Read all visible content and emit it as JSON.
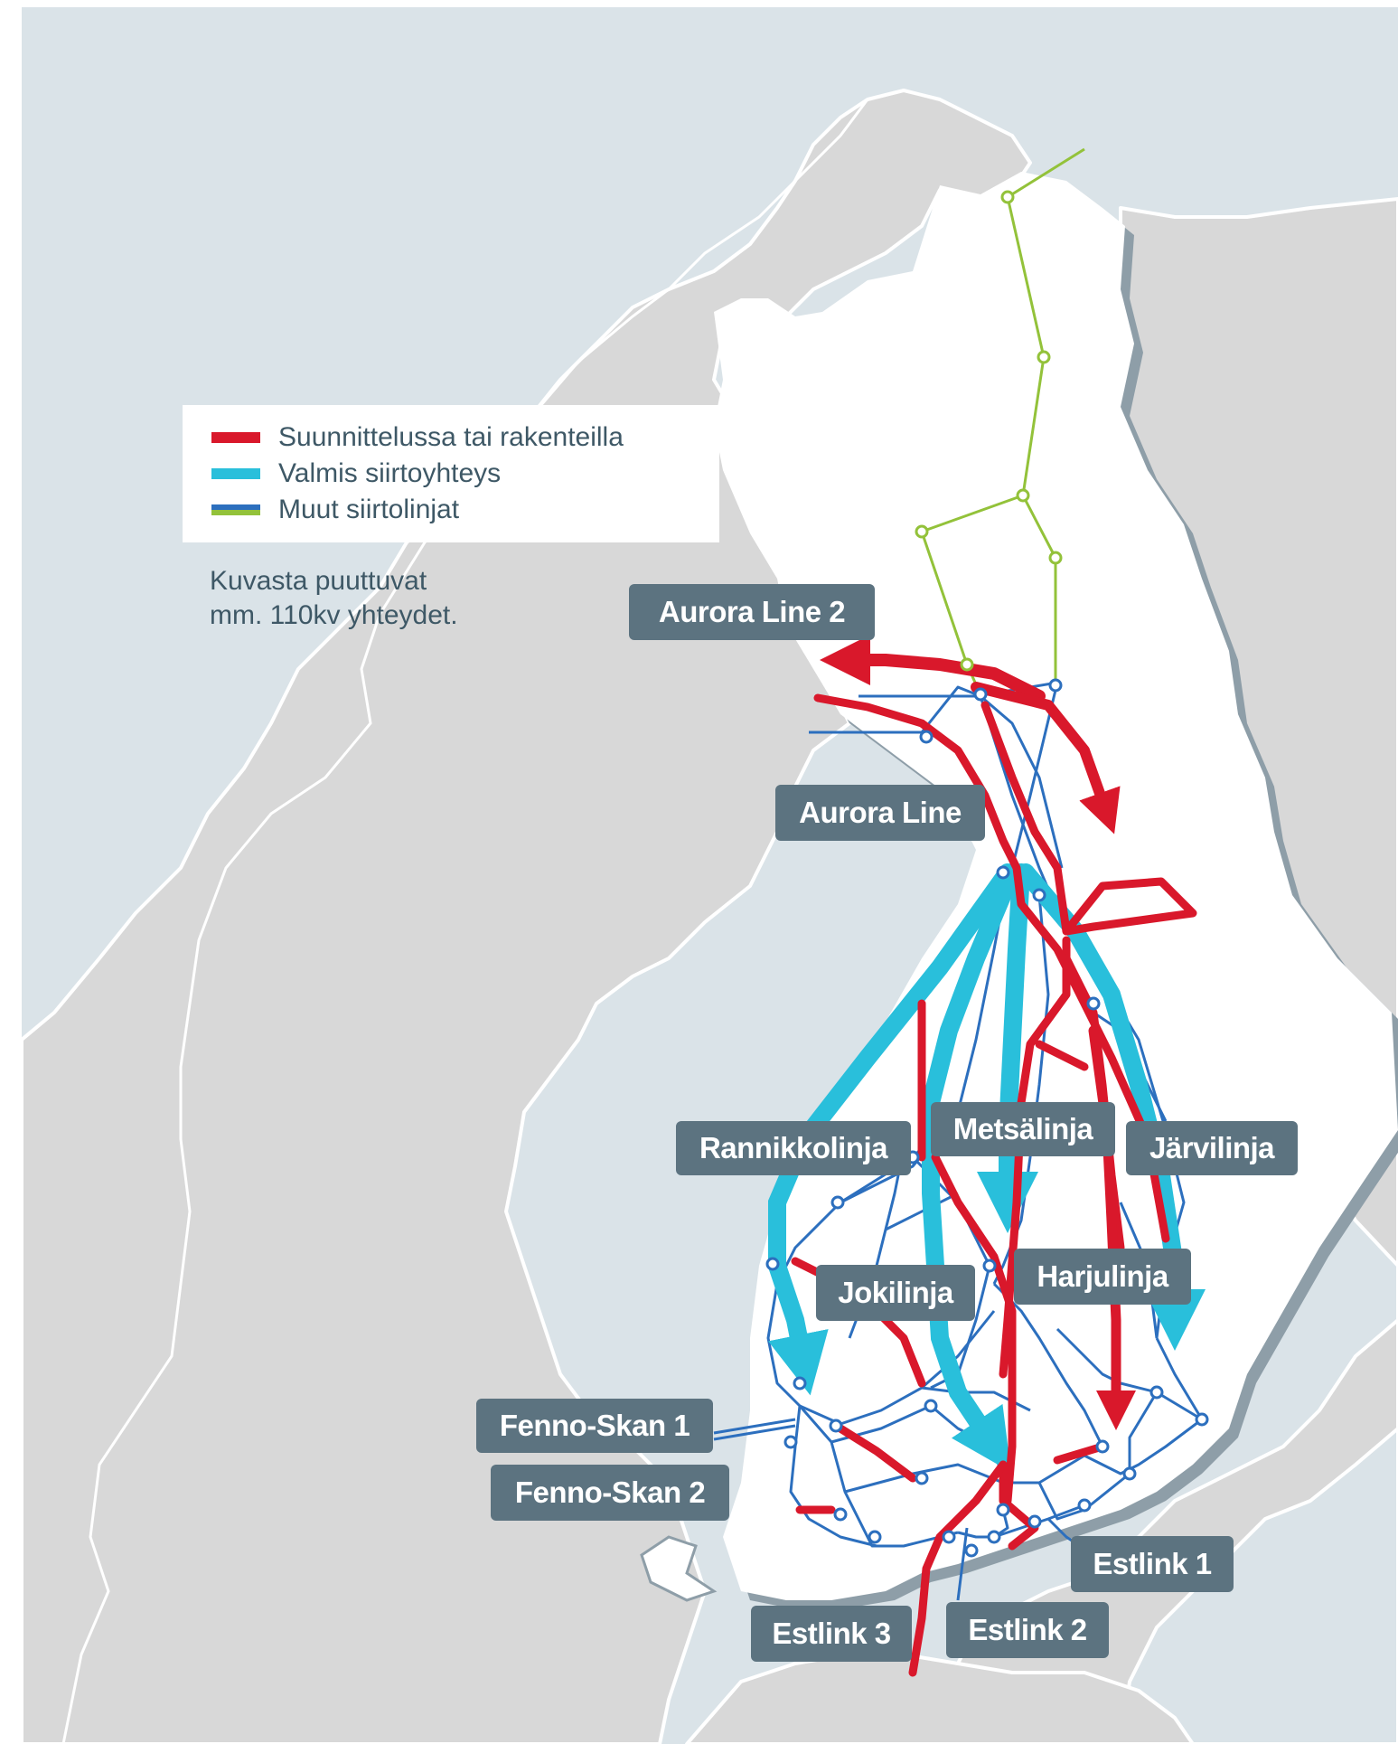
{
  "legend": {
    "items": [
      {
        "label": "Suunnittelussa tai rakenteilla",
        "color": "#d9182b"
      },
      {
        "label": "Valmis siirtoyhteys",
        "color": "#29bfdb"
      },
      {
        "label": "Muut siirtolinjat",
        "color": "#2c6fbe",
        "color_secondary": "#93c23a"
      }
    ]
  },
  "note": {
    "line1": "Kuvasta puuttuvat",
    "line2": "mm. 110kv yhteydet."
  },
  "labels": {
    "aurora_line_2": "Aurora Line 2",
    "aurora_line": "Aurora Line",
    "rannikkolinja": "Rannikkolinja",
    "metsalinja": "Metsälinja",
    "jarvilinja": "Järvilinja",
    "jokilinja": "Jokilinja",
    "harjulinja": "Harjulinja",
    "fenno_skan_1": "Fenno-Skan 1",
    "fenno_skan_2": "Fenno-Skan 2",
    "estlink_1": "Estlink 1",
    "estlink_2": "Estlink 2",
    "estlink_3": "Estlink 3"
  },
  "colors": {
    "sea": "#dae3e8",
    "land": "#d8d8d8",
    "finland": "#ffffff",
    "border": "#ffffff",
    "shadow": "#8e9ea8",
    "planned": "#d9182b",
    "existing": "#29bfdb",
    "other_lines": "#2c6fbe",
    "north_lines": "#93c23a",
    "label_bg": "#5c7380"
  }
}
